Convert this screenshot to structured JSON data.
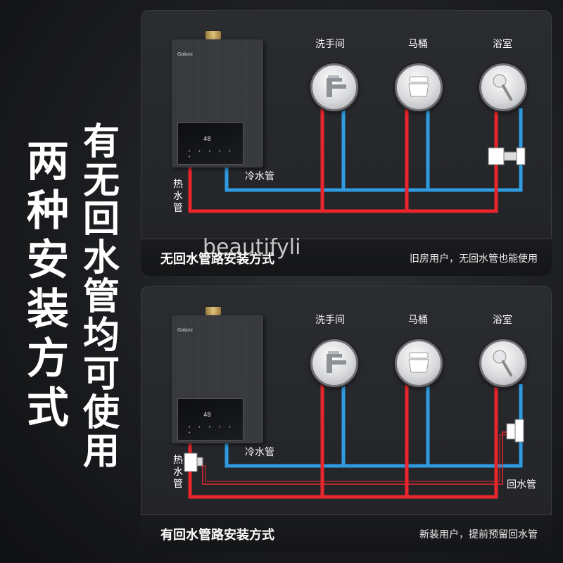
{
  "left_title": [
    "两",
    "种",
    "安",
    "装",
    "方",
    "式"
  ],
  "mid_title": [
    "有",
    "无",
    "回",
    "水",
    "管",
    "均",
    "可",
    "使",
    "用"
  ],
  "watermark": "beautifyli",
  "heater": {
    "brand": "Galanz",
    "display": "48",
    "buttons": "• • • • • •"
  },
  "fixtures": [
    {
      "label": "洗手间",
      "icon": "faucet-icon"
    },
    {
      "label": "马桶",
      "icon": "toilet-icon"
    },
    {
      "label": "浴室",
      "icon": "shower-icon"
    }
  ],
  "pipe_labels": {
    "cold": "冷水管",
    "hot": [
      "热",
      "水",
      "管"
    ],
    "return": "回水管"
  },
  "panels": [
    {
      "caption_left": "无回水管路安装方式",
      "caption_right": "旧房用户，无回水管也能使用"
    },
    {
      "caption_left": "有回水管路安装方式",
      "caption_right": "新装用户，提前预留回水管"
    }
  ],
  "colors": {
    "hot": "#e8262b",
    "cold": "#2f9be0",
    "panel": "#26282c"
  }
}
